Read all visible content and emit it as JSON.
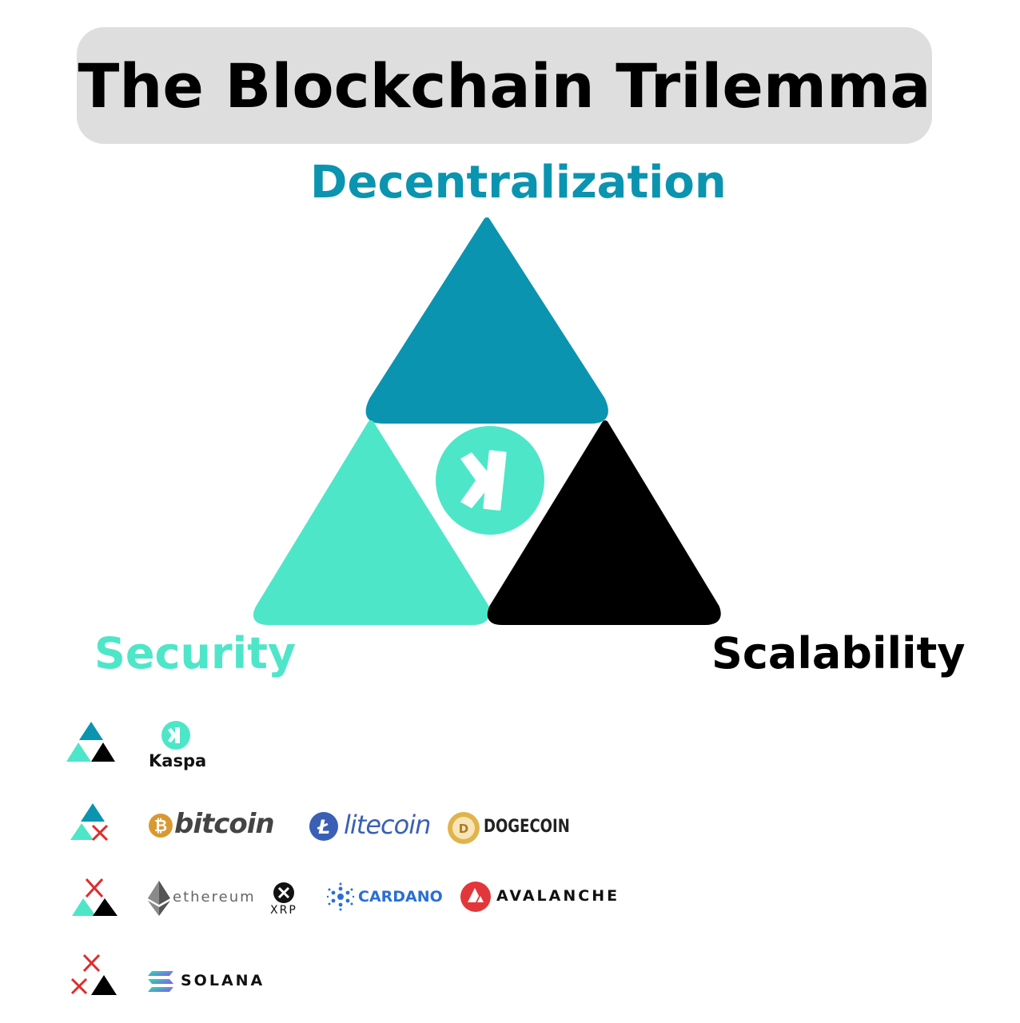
{
  "title": "The Blockchain Trilemma",
  "labels": {
    "decentralization": "Decentralization",
    "security": "Security",
    "scalability": "Scalability"
  },
  "colors": {
    "decentralization": "#0a94b0",
    "security": "#4ee6c8",
    "scalability": "#000000",
    "title_bg": "#dedede",
    "missing_mark": "#e02b2b"
  },
  "rows": [
    {
      "properties": {
        "decentralization": true,
        "security": true,
        "scalability": true
      },
      "projects": [
        {
          "name": "Kaspa",
          "icon": "kaspa-icon"
        }
      ]
    },
    {
      "properties": {
        "decentralization": true,
        "security": true,
        "scalability": false
      },
      "projects": [
        {
          "name": "bitcoin",
          "icon": "bitcoin-icon"
        },
        {
          "name": "litecoin",
          "icon": "litecoin-icon"
        },
        {
          "name": "DOGECOIN",
          "icon": "dogecoin-icon"
        }
      ]
    },
    {
      "properties": {
        "decentralization": false,
        "security": true,
        "scalability": true
      },
      "projects": [
        {
          "name": "ethereum",
          "icon": "ethereum-icon"
        },
        {
          "name": "XRP",
          "icon": "xrp-icon"
        },
        {
          "name": "CARDANO",
          "icon": "cardano-icon"
        },
        {
          "name": "AVALANCHE",
          "icon": "avalanche-icon"
        }
      ]
    },
    {
      "properties": {
        "decentralization": false,
        "security": false,
        "scalability": true
      },
      "projects": [
        {
          "name": "SOLANA",
          "icon": "solana-icon"
        }
      ]
    }
  ]
}
